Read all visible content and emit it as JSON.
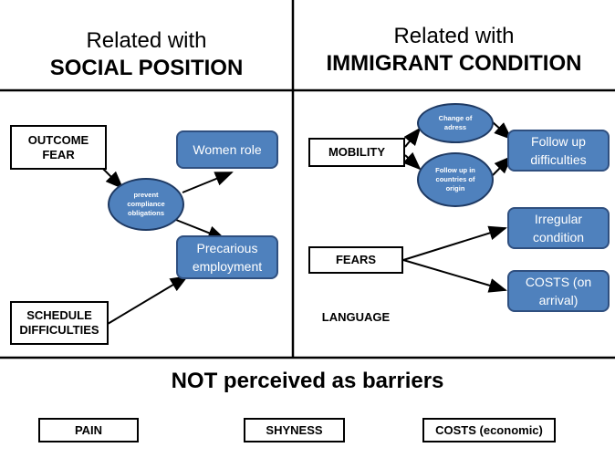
{
  "left_header": {
    "line1": "Related with",
    "line2": "SOCIAL POSITION"
  },
  "right_header": {
    "line1": "Related with",
    "line2": "IMMIGRANT CONDITION"
  },
  "social": {
    "outcome_fear": "OUTCOME FEAR",
    "schedule_difficulties": "SCHEDULE DIFFICULTIES",
    "prevent_compliance": "prevent compliance obligations",
    "women_role": "Women role",
    "precarious_employment": "Precarious employment"
  },
  "immigrant": {
    "mobility": "MOBILITY",
    "fears": "FEARS",
    "language": "LANGUAGE",
    "change_of_adress": "Change of adress",
    "follow_up_origin": "Follow up in countries of origin",
    "follow_up_difficulties": "Follow up difficulties",
    "irregular_condition": "Irregular condition",
    "costs_on_arrival": "COSTS (on arrival)"
  },
  "not_perceived": {
    "title": "NOT perceived as barriers",
    "items": [
      "PAIN",
      "SHYNESS",
      "COSTS (economic)"
    ]
  },
  "colors": {
    "node_fill": "#4f81bd",
    "line": "#000000"
  }
}
